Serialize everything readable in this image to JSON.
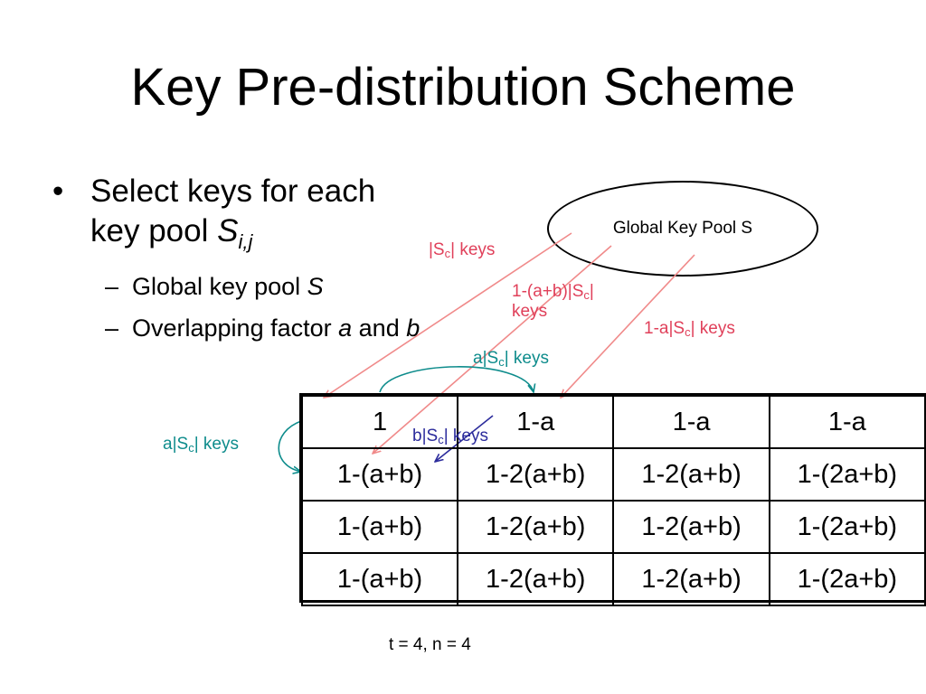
{
  "title": "Key Pre-distribution Scheme",
  "bullets": {
    "main": {
      "text": "Select keys for each key pool ",
      "var": "S",
      "sub": "i,j"
    },
    "sub1": {
      "text": "Global key pool ",
      "var": "S"
    },
    "sub2": {
      "text": "Overlapping factor ",
      "var1": "a",
      "mid": " and ",
      "var2": "b"
    }
  },
  "ellipse_label": "Global Key Pool S",
  "labels": {
    "sc_keys": {
      "pre": "|S",
      "sub": "c",
      "post": "| keys"
    },
    "one_minus_ab": {
      "pre": "1-(a+b)|S",
      "sub": "c",
      "post": "|",
      "line2": "keys"
    },
    "one_minus_a": {
      "pre": "1-a|S",
      "sub": "c",
      "post": "| keys"
    },
    "a_top": {
      "pre": "a|S",
      "sub": "c",
      "post": "| keys"
    },
    "a_left": {
      "pre": "a|S",
      "sub": "c",
      "post": "| keys"
    },
    "b_keys": {
      "pre": "b|S",
      "sub": "c",
      "post": "| keys"
    }
  },
  "table": {
    "rows": [
      [
        "1",
        "1-a",
        "1-a",
        "1-a"
      ],
      [
        "1-(a+b)",
        "1-2(a+b)",
        "1-2(a+b)",
        "1-(2a+b)"
      ],
      [
        "1-(a+b)",
        "1-2(a+b)",
        "1-2(a+b)",
        "1-(2a+b)"
      ],
      [
        "1-(a+b)",
        "1-2(a+b)",
        "1-2(a+b)",
        "1-(2a+b)"
      ]
    ]
  },
  "footer": "t = 4, n = 4",
  "colors": {
    "red": "#e0405a",
    "teal": "#0e8c8c",
    "blue": "#2c2c9c",
    "pink_arrow": "#f08a8a"
  }
}
